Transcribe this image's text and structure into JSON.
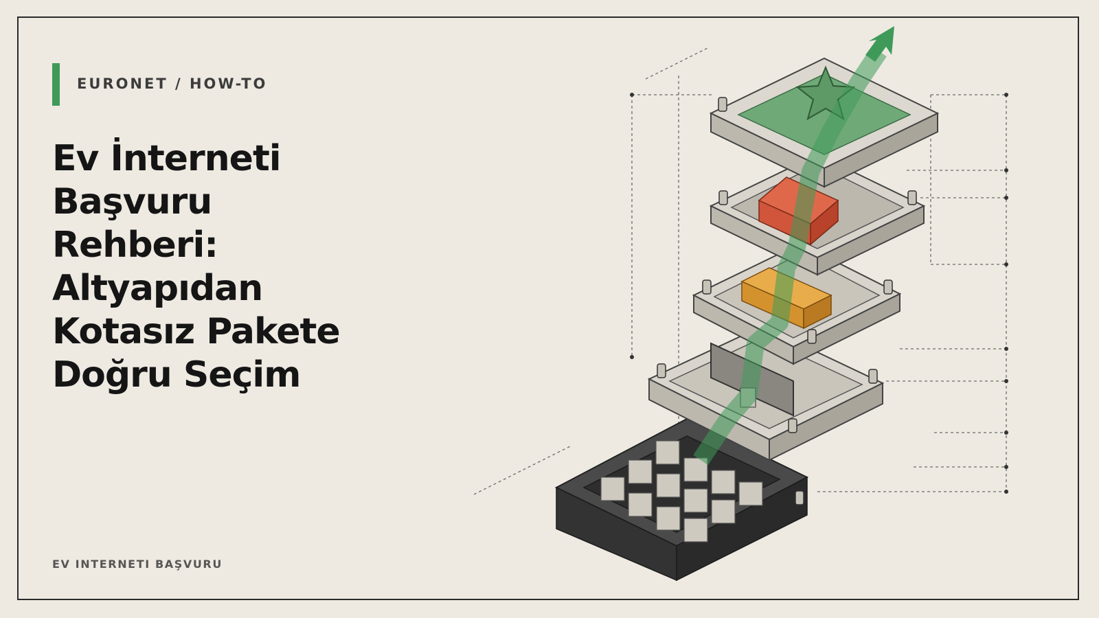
{
  "header": {
    "kicker": "EURONET / HOW-TO"
  },
  "title_lines": [
    "Ev İnterneti",
    "Başvuru",
    "Rehberi:",
    "Altyapıdan",
    "Kotasız Pakete",
    "Doğru Seçim"
  ],
  "footer": {
    "label": "EV INTERNETI BAŞVURU"
  },
  "colors": {
    "accent": "#3f9a5a",
    "background": "#eeeae2",
    "text": "#151515",
    "layer_red": "#d9583a",
    "layer_orange": "#e2a03c",
    "base_dark": "#3e3e3e"
  },
  "illustration": {
    "icons": [
      "star-icon",
      "arrow-up-right-icon",
      "layer-stack"
    ]
  }
}
